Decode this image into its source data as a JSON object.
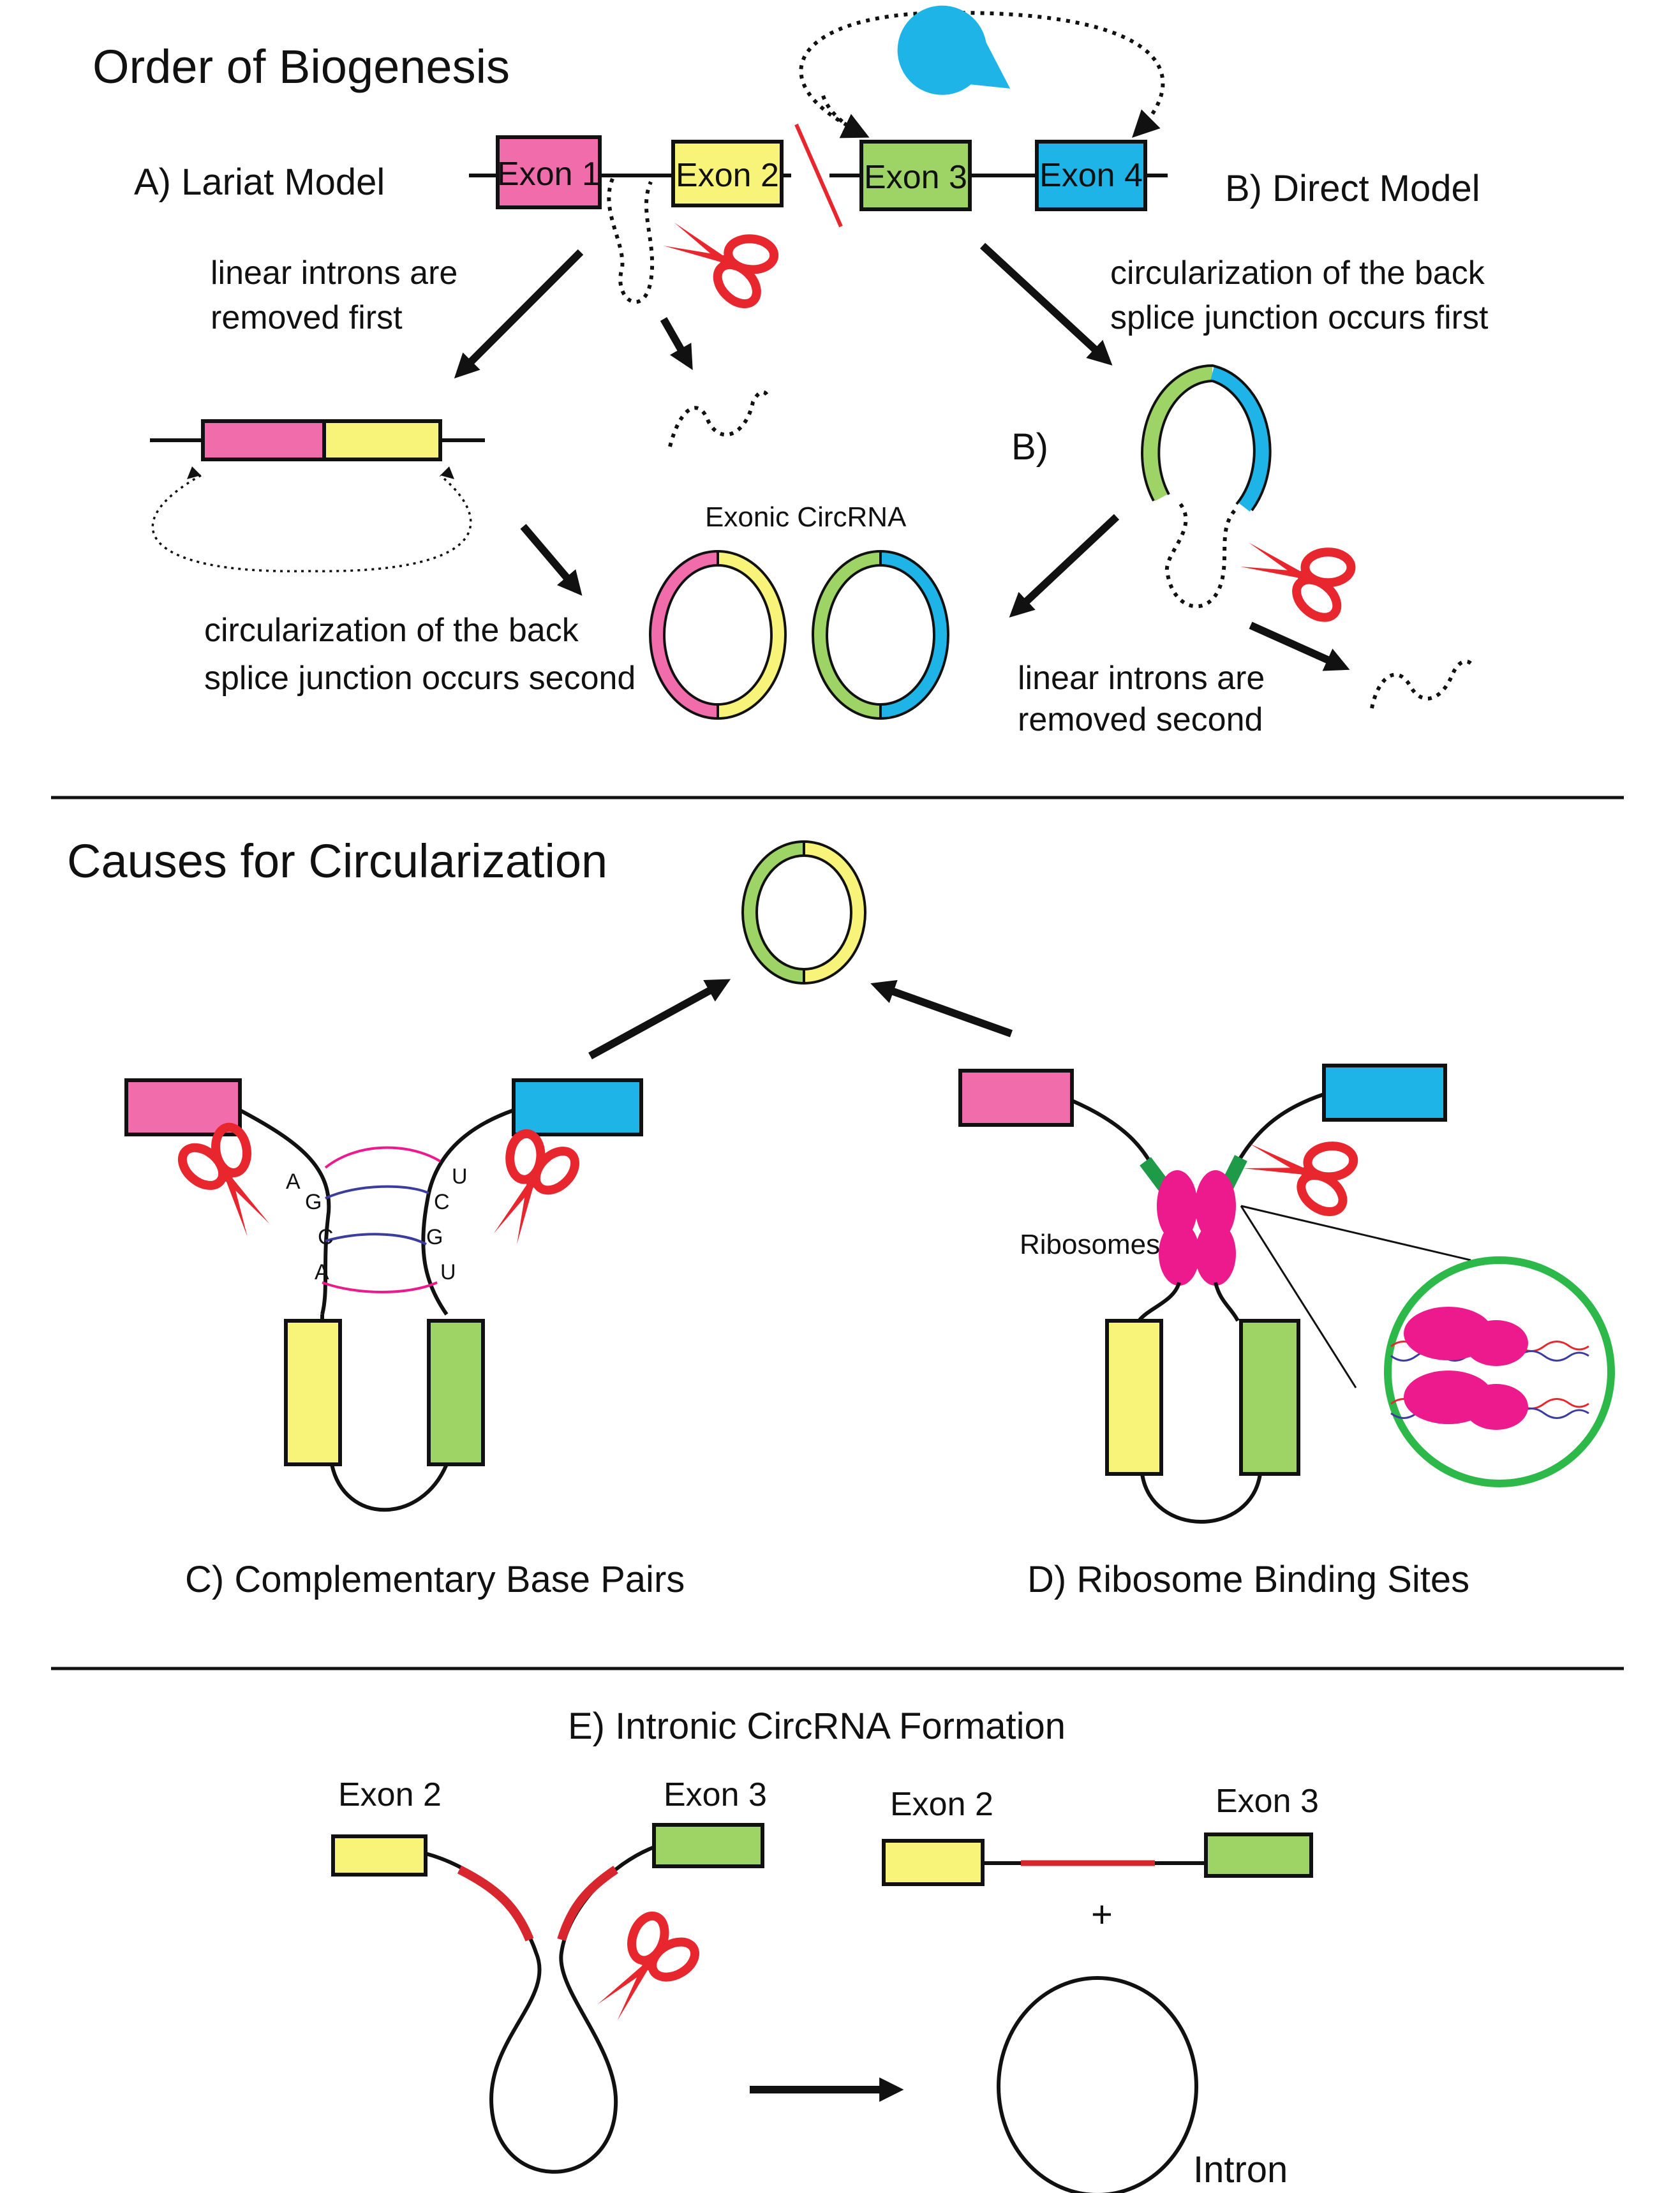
{
  "colors": {
    "exon1_pink": "#F06CAA",
    "exon2_yellow": "#F8F47A",
    "exon3_green": "#9ED366",
    "exon4_blue": "#1EB4E8",
    "scissors_red": "#E8262E",
    "intron_red": "#D7262E",
    "ribosome_magenta": "#EC1A8C",
    "rbs_green": "#1E9A48",
    "zoom_circle_green": "#2DB84A",
    "pacman_blue": "#1EB4E8"
  },
  "section_biogenesis": {
    "title": "Order of Biogenesis",
    "lariat_label": "A) Lariat Model",
    "direct_label": "B) Direct Model",
    "exons": [
      "Exon 1",
      "Exon 2",
      "Exon 3",
      "Exon 4"
    ],
    "lariat_note_1": [
      "linear introns are",
      "removed first"
    ],
    "lariat_note_2": [
      "circularization of the back",
      "splice junction occurs second"
    ],
    "direct_note_1": [
      "circularization of the back",
      "splice junction occurs first"
    ],
    "direct_note_2": [
      "linear introns are",
      "removed second"
    ],
    "b_marker": "B)",
    "circrna_label": "Exonic CircRNA"
  },
  "section_causes": {
    "title": "Causes for Circularization",
    "c_label": "C) Complementary Base Pairs",
    "d_label": "D) Ribosome Binding Sites",
    "ribosomes_label": "Ribosomes",
    "left_bases": [
      "A",
      "G",
      "C",
      "A"
    ],
    "right_bases": [
      "U",
      "C",
      "G",
      "U"
    ]
  },
  "section_intronic": {
    "title": "E) Intronic CircRNA Formation",
    "exon2": "Exon 2",
    "exon3": "Exon 3",
    "plus": "+",
    "intron_label": "Intron"
  },
  "icons": [
    "scissors-icon",
    "pacman-icon",
    "arrow-icon"
  ]
}
